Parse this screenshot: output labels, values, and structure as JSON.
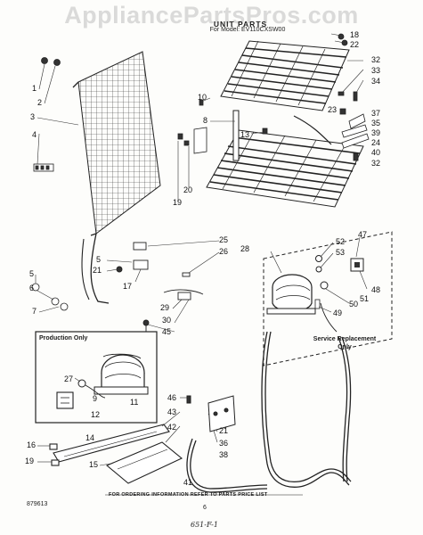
{
  "watermark": "AppliancePartsPros.com",
  "header": {
    "title": "UNIT PARTS",
    "model": "For Model: EV110CXSW00"
  },
  "boxes": {
    "production_only": "Production Only",
    "service_replacement": [
      "Service Replacement",
      "Only"
    ]
  },
  "footer": {
    "ordering_note": "FOR ORDERING INFORMATION REFER TO PARTS PRICE LIST",
    "drawing_number": "879613",
    "page_mark": "6",
    "handwritten": "651-F-1"
  },
  "callouts": [
    {
      "id": "1",
      "label": "1"
    },
    {
      "id": "2",
      "label": "2"
    },
    {
      "id": "3",
      "label": "3"
    },
    {
      "id": "4",
      "label": "4"
    },
    {
      "id": "5a",
      "label": "5"
    },
    {
      "id": "6",
      "label": "6"
    },
    {
      "id": "7",
      "label": "7"
    },
    {
      "id": "8",
      "label": "8"
    },
    {
      "id": "10",
      "label": "10"
    },
    {
      "id": "13",
      "label": "13"
    },
    {
      "id": "19a",
      "label": "19"
    },
    {
      "id": "20",
      "label": "20"
    },
    {
      "id": "18",
      "label": "18"
    },
    {
      "id": "22",
      "label": "22"
    },
    {
      "id": "32a",
      "label": "32"
    },
    {
      "id": "33",
      "label": "33"
    },
    {
      "id": "34",
      "label": "34"
    },
    {
      "id": "23",
      "label": "23"
    },
    {
      "id": "37",
      "label": "37"
    },
    {
      "id": "35",
      "label": "35"
    },
    {
      "id": "39",
      "label": "39"
    },
    {
      "id": "24",
      "label": "24"
    },
    {
      "id": "40",
      "label": "40"
    },
    {
      "id": "32b",
      "label": "32"
    },
    {
      "id": "25",
      "label": "25"
    },
    {
      "id": "26",
      "label": "26"
    },
    {
      "id": "5b",
      "label": "5"
    },
    {
      "id": "21a",
      "label": "21"
    },
    {
      "id": "17",
      "label": "17"
    },
    {
      "id": "29",
      "label": "29"
    },
    {
      "id": "30",
      "label": "30"
    },
    {
      "id": "45",
      "label": "45"
    },
    {
      "id": "28",
      "label": "28"
    },
    {
      "id": "52",
      "label": "52"
    },
    {
      "id": "53",
      "label": "53"
    },
    {
      "id": "47",
      "label": "47"
    },
    {
      "id": "48",
      "label": "48"
    },
    {
      "id": "51",
      "label": "51"
    },
    {
      "id": "50",
      "label": "50"
    },
    {
      "id": "49",
      "label": "49"
    },
    {
      "id": "27",
      "label": "27"
    },
    {
      "id": "11",
      "label": "11"
    },
    {
      "id": "9",
      "label": "9"
    },
    {
      "id": "12",
      "label": "12"
    },
    {
      "id": "46",
      "label": "46"
    },
    {
      "id": "43",
      "label": "43"
    },
    {
      "id": "14",
      "label": "14"
    },
    {
      "id": "42",
      "label": "42"
    },
    {
      "id": "16",
      "label": "16"
    },
    {
      "id": "19b",
      "label": "19"
    },
    {
      "id": "15",
      "label": "15"
    },
    {
      "id": "41",
      "label": "41"
    },
    {
      "id": "21b",
      "label": "21"
    },
    {
      "id": "36",
      "label": "36"
    },
    {
      "id": "38",
      "label": "38"
    }
  ]
}
